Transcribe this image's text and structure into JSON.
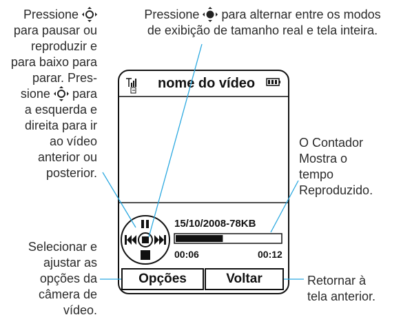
{
  "callouts": {
    "top_left": [
      "Pressione",
      "para pausar ou",
      "reproduzir e",
      "para baixo para",
      "parar. Pres-",
      "sione",
      "para",
      "a esquerda e",
      "direita para ir",
      "ao vídeo",
      "anterior ou",
      "posterior."
    ],
    "top_center_line1_a": "Pressione",
    "top_center_line1_b": "para alternar entre os modos",
    "top_center_line2": "de exibição de tamanho real e tela inteira.",
    "counter": [
      "O Contador",
      "Mostra o",
      "tempo",
      "Reproduzido."
    ],
    "options": [
      "Selecionar e",
      "ajustar as",
      "opções da",
      "câmera de",
      "vídeo."
    ],
    "back": [
      "Retornar à",
      "tela anterior."
    ]
  },
  "phone": {
    "title": "nome do vídeo",
    "date_size": "15/10/2008-78KB",
    "elapsed": "00:06",
    "total": "00:12",
    "progress": 0.45,
    "softkey_left": "Opções",
    "softkey_right": "Voltar"
  },
  "icons": [
    "nav-key-icon",
    "signal-icon",
    "edge-icon",
    "battery-icon",
    "pause-icon",
    "rewind-icon",
    "fast-forward-icon",
    "stop-icon",
    "center-select-icon"
  ],
  "colors": {
    "leader_line": "#2aa8e0",
    "text": "#2a2a2a",
    "outline": "#111111"
  }
}
